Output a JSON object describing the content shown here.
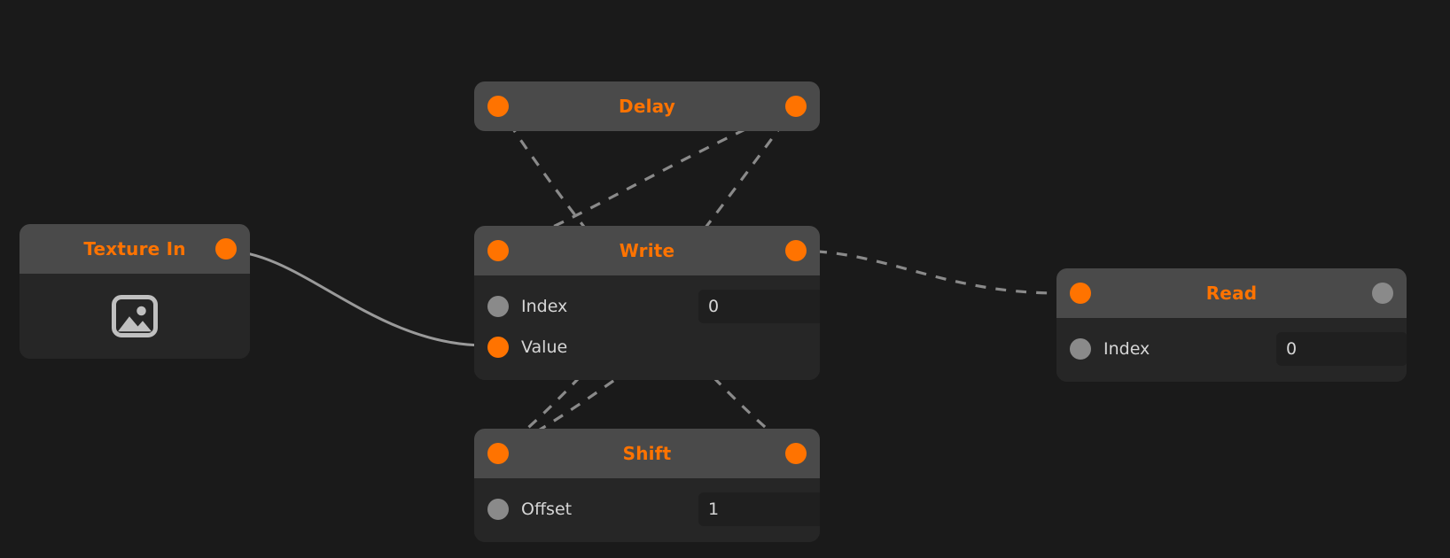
{
  "canvas": {
    "background": "#1a1a1a",
    "accent": "#ff7300",
    "node_header_color": "#4a4a4a",
    "node_body_color": "#262626",
    "field_color": "#1f1f1f",
    "port_gray": "#8a8a8a",
    "edge_color": "#8a8a8a"
  },
  "nodes": {
    "texture_in": {
      "title": "Texture In",
      "thumbnail_icon": "image-placeholder-icon"
    },
    "delay": {
      "title": "Delay"
    },
    "write": {
      "title": "Write",
      "rows": [
        {
          "label": "Index",
          "port": "gray",
          "value": "0"
        },
        {
          "label": "Value",
          "port": "orange",
          "value": ""
        }
      ]
    },
    "shift": {
      "title": "Shift",
      "rows": [
        {
          "label": "Offset",
          "port": "gray",
          "value": "1"
        }
      ]
    },
    "read": {
      "title": "Read",
      "rows": [
        {
          "label": "Index",
          "port": "gray",
          "value": "0"
        }
      ]
    }
  }
}
